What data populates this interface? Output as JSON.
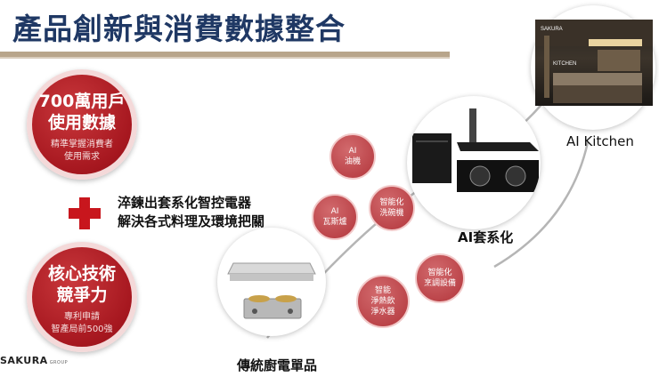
{
  "title": "產品創新與消費數據整合",
  "left": {
    "top_circle": {
      "head_line1": "700萬用戶",
      "head_line2": "使用數據",
      "sub_line1": "精準掌握消費者",
      "sub_line2": "使用需求"
    },
    "bottom_circle": {
      "head_line1": "核心技術",
      "head_line2": "競爭力",
      "sub_line1": "專利申請",
      "sub_line2": "智產局前500強"
    },
    "plus_text_line1": "淬鍊出套系化智控電器",
    "plus_text_line2": "解決各式料理及環境把關"
  },
  "small_circles": [
    {
      "line1": "AI",
      "line2": "油機"
    },
    {
      "line1": "智能化",
      "line2": "洗碗機"
    },
    {
      "line1": "AI",
      "line2": "瓦斯爐"
    },
    {
      "line1": "智能化",
      "line2": "烹調設備"
    },
    {
      "line1": "智能",
      "line2": "淨熱飲",
      "line3": "淨水器"
    }
  ],
  "labels": {
    "ai_kitchen": "AI Kitchen",
    "ai_set": "AI套系化",
    "traditional": "傳統廚電單品"
  },
  "brand": {
    "name": "SAKURA",
    "suffix": "GROUP"
  },
  "photo_sign": {
    "brand": "SAKURA",
    "sign": "KITCHEN"
  },
  "colors": {
    "title": "#1f3864",
    "accent_red": "#a6171f",
    "bar": "#b8a58b"
  }
}
